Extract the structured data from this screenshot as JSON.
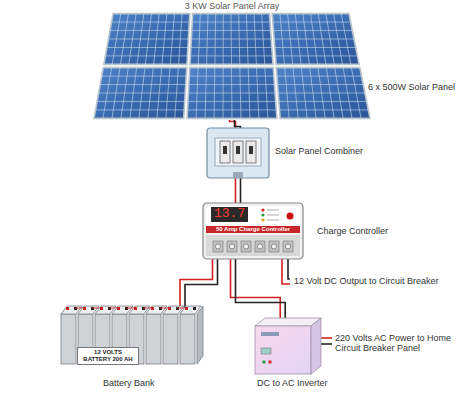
{
  "diagram": {
    "title": "3 KW Solar Panel Array",
    "nodes": [
      {
        "text": [
          "6 x 500W Solar Panel"
        ]
      },
      {
        "text": [
          "Solar Panel Combiner"
        ]
      },
      {
        "text": [
          "13.7",
          "50 Amp Charge Controller",
          "Charge Controller"
        ]
      },
      {
        "text": [
          "12 VOLTS BATTERY 200 AH",
          "Battery Bank"
        ]
      },
      {
        "text": [
          "DC to AC Inverter"
        ]
      }
    ],
    "edges": [
      {
        "from": 0,
        "to": 1,
        "arrow": "none"
      },
      {
        "from": 1,
        "to": 2,
        "arrow": "none"
      },
      {
        "from": 2,
        "to": 3,
        "arrow": "none"
      },
      {
        "from": 2,
        "to": 4,
        "arrow": "none"
      }
    ],
    "labels": [
      "12 Volt DC Output to Circuit Breaker",
      "220 Volts AC Power to Home Circuit Breaker Panel"
    ]
  }
}
